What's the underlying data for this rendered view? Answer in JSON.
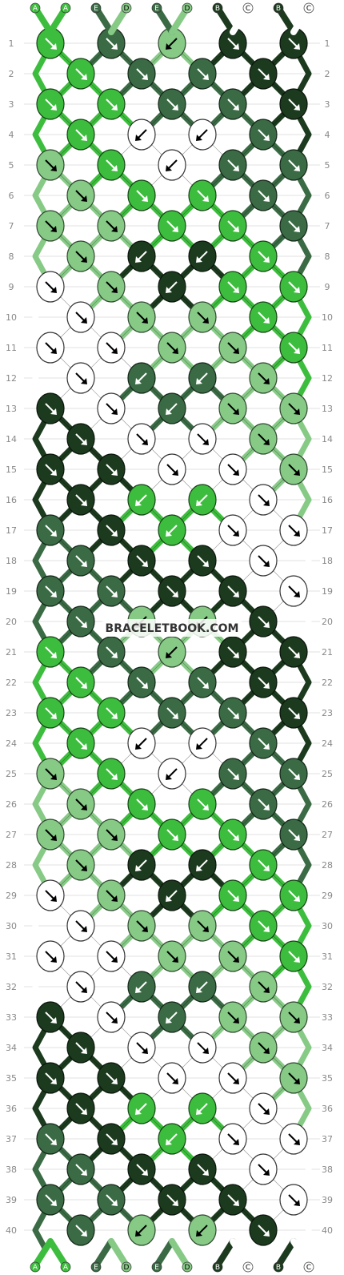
{
  "watermark": "BRACELETBOOK.COM",
  "colors": {
    "A": "#3dbd3d",
    "E": "#3a6b44",
    "D": "#86ca86",
    "B": "#1c3a1e",
    "C": "#ffffff"
  },
  "strands_top": [
    "A",
    "A",
    "E",
    "D",
    "E",
    "D",
    "B",
    "C",
    "B",
    "C"
  ],
  "strands_bottom": [
    "A",
    "A",
    "E",
    "D",
    "E",
    "D",
    "B",
    "C",
    "B",
    "C"
  ],
  "row_count": 40,
  "knot_rows": [
    [
      "A:SE",
      "E:SE",
      "D:SW",
      "B:SE",
      "B:SE"
    ],
    [
      "A:SE",
      "E:SE",
      "E:SE",
      "B:SE"
    ],
    [
      "A:SE",
      "A:SE",
      "E:SE",
      "E:SE",
      "B:SE"
    ],
    [
      "A:SE",
      "C:SW",
      "C:SW",
      "E:SE"
    ],
    [
      "D:SE",
      "A:SE",
      "C:SW",
      "E:SE",
      "E:SE"
    ],
    [
      "D:SE",
      "A:SE",
      "A:SE",
      "E:SE"
    ],
    [
      "D:SE",
      "D:SE",
      "A:SE",
      "A:SE",
      "E:SE"
    ],
    [
      "D:SE",
      "B:SW",
      "B:SW",
      "A:SE"
    ],
    [
      "C:SE",
      "D:SE",
      "B:SW",
      "A:SE",
      "A:SE"
    ],
    [
      "C:SE",
      "D:SE",
      "D:SE",
      "A:SE"
    ],
    [
      "C:SE",
      "C:SE",
      "D:SE",
      "D:SE",
      "A:SE"
    ],
    [
      "C:SE",
      "E:SW",
      "E:SW",
      "D:SE"
    ],
    [
      "B:SE",
      "C:SE",
      "E:SW",
      "D:SE",
      "D:SE"
    ],
    [
      "B:SE",
      "C:SE",
      "C:SE",
      "D:SE"
    ],
    [
      "B:SE",
      "B:SE",
      "C:SE",
      "C:SE",
      "D:SE"
    ],
    [
      "B:SE",
      "A:SW",
      "A:SW",
      "C:SE"
    ],
    [
      "E:SE",
      "B:SE",
      "A:SW",
      "C:SE",
      "C:SE"
    ],
    [
      "E:SE",
      "B:SE",
      "B:SE",
      "C:SE"
    ],
    [
      "E:SE",
      "E:SE",
      "B:SE",
      "B:SE",
      "C:SE"
    ],
    [
      "E:SE",
      "D:SW",
      "D:SW",
      "B:SE"
    ],
    [
      "A:SE",
      "E:SE",
      "D:SW",
      "B:SE",
      "B:SE"
    ],
    [
      "A:SE",
      "E:SE",
      "E:SE",
      "B:SE"
    ],
    [
      "A:SE",
      "A:SE",
      "E:SE",
      "E:SE",
      "B:SE"
    ],
    [
      "A:SE",
      "C:SW",
      "C:SW",
      "E:SE"
    ],
    [
      "D:SE",
      "A:SE",
      "C:SW",
      "E:SE",
      "E:SE"
    ],
    [
      "D:SE",
      "A:SE",
      "A:SE",
      "E:SE"
    ],
    [
      "D:SE",
      "D:SE",
      "A:SE",
      "A:SE",
      "E:SE"
    ],
    [
      "D:SE",
      "B:SW",
      "B:SW",
      "A:SE"
    ],
    [
      "C:SE",
      "D:SE",
      "B:SW",
      "A:SE",
      "A:SE"
    ],
    [
      "C:SE",
      "D:SE",
      "D:SE",
      "A:SE"
    ],
    [
      "C:SE",
      "C:SE",
      "D:SE",
      "D:SE",
      "A:SE"
    ],
    [
      "C:SE",
      "E:SW",
      "E:SW",
      "D:SE"
    ],
    [
      "B:SE",
      "C:SE",
      "E:SW",
      "D:SE",
      "D:SE"
    ],
    [
      "B:SE",
      "C:SE",
      "C:SE",
      "D:SE"
    ],
    [
      "B:SE",
      "B:SE",
      "C:SE",
      "C:SE",
      "D:SE"
    ],
    [
      "B:SE",
      "A:SW",
      "A:SW",
      "C:SE"
    ],
    [
      "E:SE",
      "B:SE",
      "A:SW",
      "C:SE",
      "C:SE"
    ],
    [
      "E:SE",
      "B:SE",
      "B:SE",
      "C:SE"
    ],
    [
      "E:SE",
      "E:SE",
      "B:SE",
      "B:SE",
      "C:SE"
    ],
    [
      "E:SE",
      "D:SW",
      "D:SW",
      "B:SE"
    ]
  ]
}
